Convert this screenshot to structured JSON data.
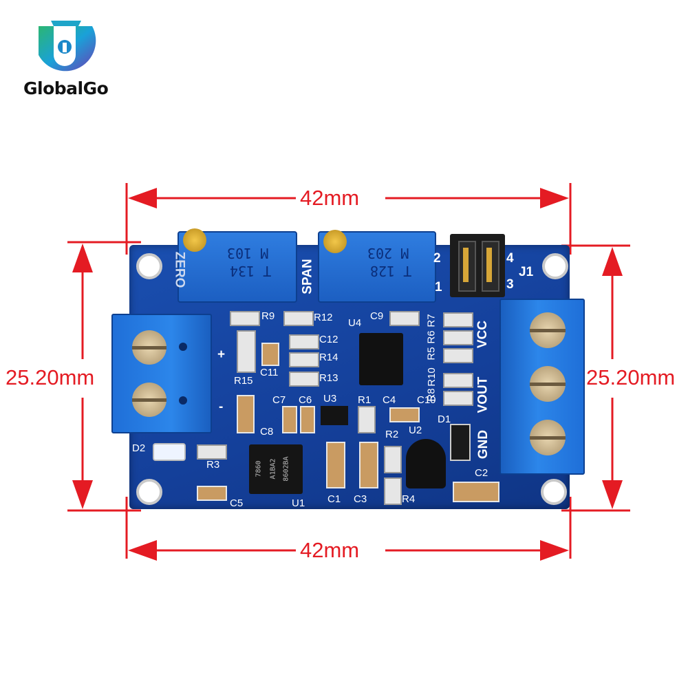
{
  "brand": {
    "name": "GlobalGo"
  },
  "dimensions": {
    "top_width": "42mm",
    "bottom_width": "42mm",
    "left_height": "25.20mm",
    "right_height": "25.20mm"
  },
  "board": {
    "potentiometers": [
      {
        "code": "103",
        "sub": "134",
        "prefix": "M",
        "t": "T",
        "label": "ZERO"
      },
      {
        "code": "203",
        "sub": "128",
        "prefix": "M",
        "t": "T",
        "label": "SPAN"
      }
    ],
    "jumper": {
      "label": "J1",
      "pins": [
        "2",
        "4",
        "1",
        "3"
      ]
    },
    "terminals_right": [
      "VCC",
      "VOUT",
      "GND"
    ],
    "polarity": [
      "+",
      "-"
    ],
    "chip_u1": [
      "7860",
      "A1BA2",
      "8602BA"
    ],
    "component_labels": {
      "r9": "R9",
      "r12": "R12",
      "u4": "U4",
      "c9": "C9",
      "r7": "R7",
      "r6": "R6",
      "r5": "R5",
      "c12": "C12",
      "r14": "R14",
      "r13": "R13",
      "r10": "R10",
      "r8": "R8",
      "r15": "R15",
      "c11": "C11",
      "c7": "C7",
      "c6": "C6",
      "u3": "U3",
      "r1": "R1",
      "c4": "C4",
      "c10": "C10",
      "d1": "D1",
      "c8": "C8",
      "r2": "R2",
      "u2": "U2",
      "d2": "D2",
      "r3": "R3",
      "c2": "C2",
      "c5": "C5",
      "u1": "U1",
      "c1": "C1",
      "c3": "C3",
      "r4": "R4"
    }
  }
}
